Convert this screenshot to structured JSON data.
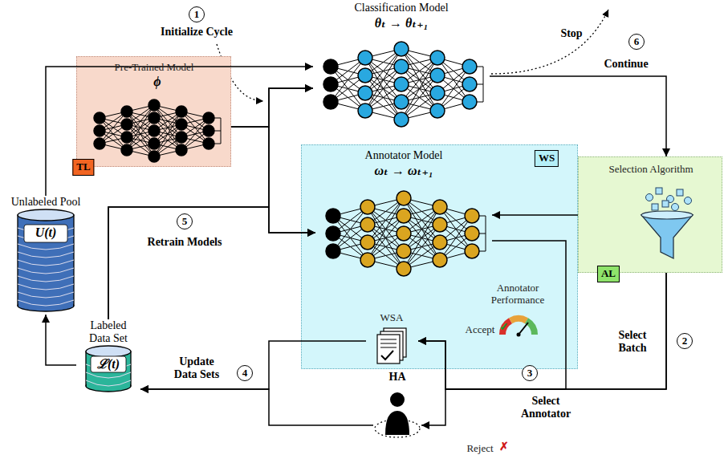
{
  "diagram": {
    "nodes": [
      {
        "text": [
          "Classification Model",
          "θₜ → θₜ₊₁"
        ]
      },
      {
        "text": [
          "Pre-Trained Model",
          "ϕ"
        ]
      },
      {
        "text": [
          "TL"
        ],
        "in": 1
      },
      {
        "text": [
          "Unlabeled Pool",
          "U(t)"
        ]
      },
      {
        "text": [
          "WS"
        ]
      },
      {
        "text": [
          "Annotator Model",
          "ωₜ → ωₜ₊₁"
        ],
        "in": 4
      },
      {
        "text": [
          "Selection Algorithm"
        ]
      },
      {
        "text": [
          "AL"
        ],
        "in": 6
      },
      {
        "text": [
          "WSA"
        ],
        "in": 4
      },
      {
        "text": [
          "Labeled Data Set",
          "ℒ(t)"
        ]
      },
      {
        "text": [
          "HA"
        ]
      }
    ],
    "edges": [
      {
        "from": 3,
        "to": 0,
        "arrow": "to",
        "label": "Initialize Cycle"
      },
      {
        "from": 1,
        "to": 0,
        "arrow": "to"
      },
      {
        "from": 1,
        "to": 5,
        "arrow": "to"
      },
      {
        "from": 9,
        "to": 0,
        "arrow": "to",
        "label": "Retrain Models"
      },
      {
        "from": 9,
        "to": 5,
        "arrow": "to"
      },
      {
        "from": 0,
        "to": 6,
        "arrow": "to",
        "label": "Continue"
      },
      {
        "from": 6,
        "to": 5,
        "arrow": "to"
      },
      {
        "from": 5,
        "to": 8,
        "arrow": "to"
      },
      {
        "from": 6,
        "to": 8,
        "arrow": "to",
        "label": "Select Batch"
      },
      {
        "from": 6,
        "to": 10,
        "arrow": "to"
      },
      {
        "from": 8,
        "to": 9,
        "arrow": "to",
        "label": "Update Data Sets"
      },
      {
        "from": 10,
        "to": 9,
        "arrow": "to"
      },
      {
        "from": 9,
        "to": 3,
        "arrow": "to"
      }
    ],
    "labels": [
      "1",
      "6",
      "Stop",
      "5",
      "2",
      "3",
      "Select Annotator",
      "4",
      "Annotator Performance",
      "Accept",
      "✓",
      "Reject",
      "✗"
    ]
  }
}
